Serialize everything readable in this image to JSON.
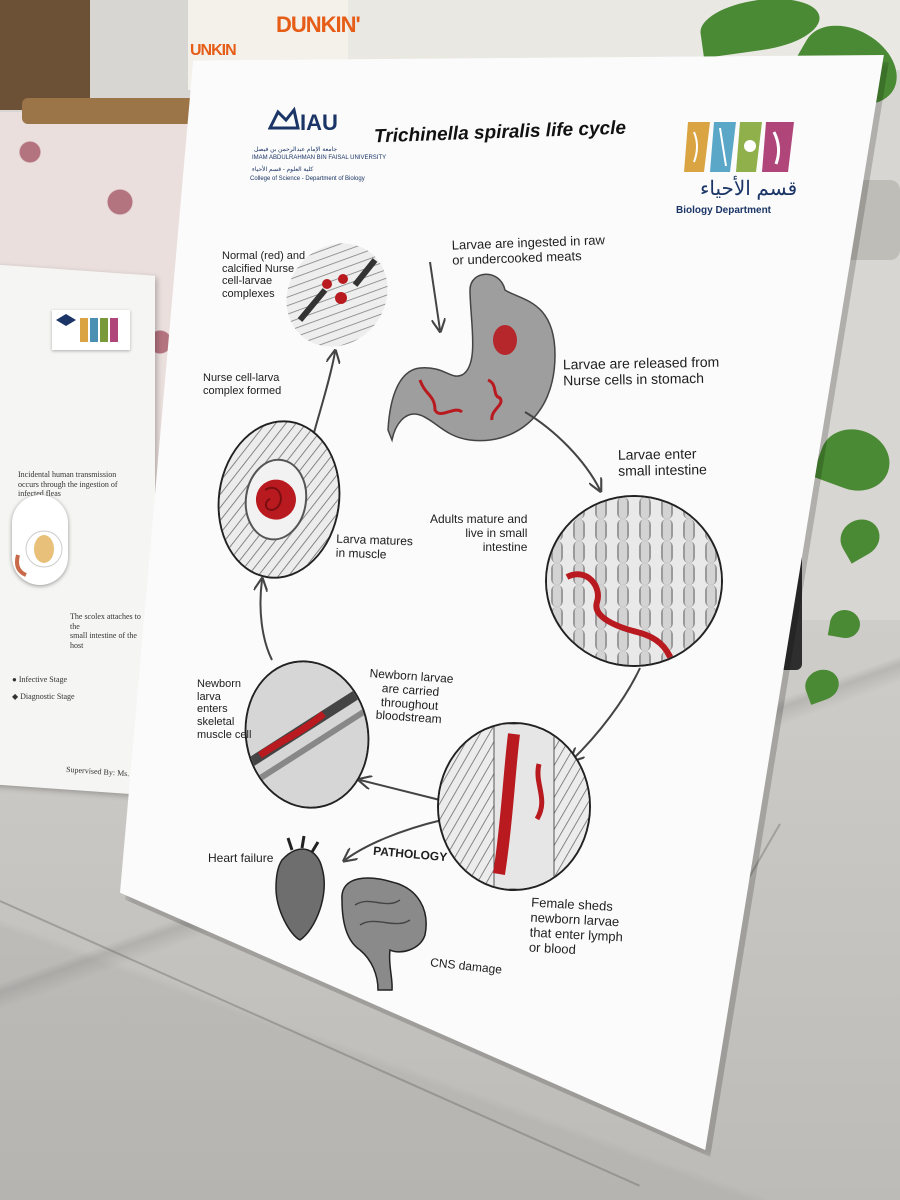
{
  "poster": {
    "title": "Trichinella spiralis life cycle",
    "logo_left": {
      "mark": "IAU",
      "line1": "جامعة الإمام عبدالرحمن بن فيصل",
      "line2": "IMAM ABDULRAHMAN BIN FAISAL UNIVERSITY",
      "line3": "كلية العلوم - قسم الأحياء",
      "line4": "College of Science - Department of Biology"
    },
    "logo_right": {
      "arabic": "قسم الأحياء",
      "english": "Biology Department"
    },
    "labels": {
      "ingest": "Larvae are ingested in raw\nor undercooked meats",
      "released": "Larvae are released from\nNurse cells in stomach",
      "enter_intestine": "Larvae enter\nsmall intestine",
      "adults": "Adults mature and\nlive in small\nintestine",
      "female": "Female sheds\nnewborn larvae\nthat enter lymph\nor blood",
      "carried": "Newborn larvae\nare carried\nthroughout\nbloodstream",
      "newborn_enters": "Newborn\nlarva\nenters\nskeletal\nmuscle cell",
      "matures": "Larva matures\nin muscle",
      "complex_formed": "Nurse cell-larva\ncomplex formed",
      "calcified": "Normal (red) and\ncalcified Nurse\ncell-larvae\ncomplexes",
      "pathology": "PATHOLOGY",
      "heart": "Heart failure",
      "cns": "CNS damage"
    }
  },
  "side_board": {
    "text1": "Incidental human transmission\noccurs through the ingestion of\ninfected fleas",
    "text2": "The scolex attaches to the\nsmall intestine of the host",
    "legend1": "Infective Stage",
    "legend2": "Diagnostic Stage",
    "supervised": "Supervised By: Ms. Arwa A"
  },
  "background": {
    "brand_text": "DUNKIN'",
    "brand_text2": "UNKIN"
  },
  "colors": {
    "larva_red": "#b81a1f",
    "navy": "#1b3566",
    "poster": "#fbfbfb"
  }
}
